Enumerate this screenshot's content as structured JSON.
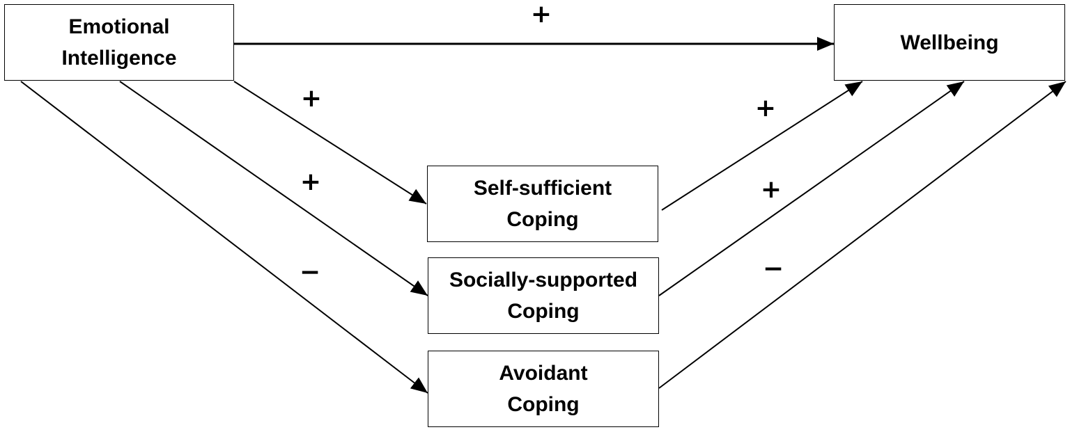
{
  "nodes": {
    "emotional_intelligence": {
      "line1": "Emotional",
      "line2": "Intelligence"
    },
    "wellbeing": {
      "line1": "Wellbeing"
    },
    "self_sufficient": {
      "line1": "Self-sufficient",
      "line2": "Coping"
    },
    "socially_supported": {
      "line1": "Socially-supported",
      "line2": "Coping"
    },
    "avoidant": {
      "line1": "Avoidant",
      "line2": "Coping"
    }
  },
  "edges": {
    "ei_to_wb": "+",
    "ei_to_ss": "+",
    "ei_to_sc": "+",
    "ei_to_av": "−",
    "ss_to_wb": "+",
    "sc_to_wb": "+",
    "av_to_wb": "−"
  }
}
